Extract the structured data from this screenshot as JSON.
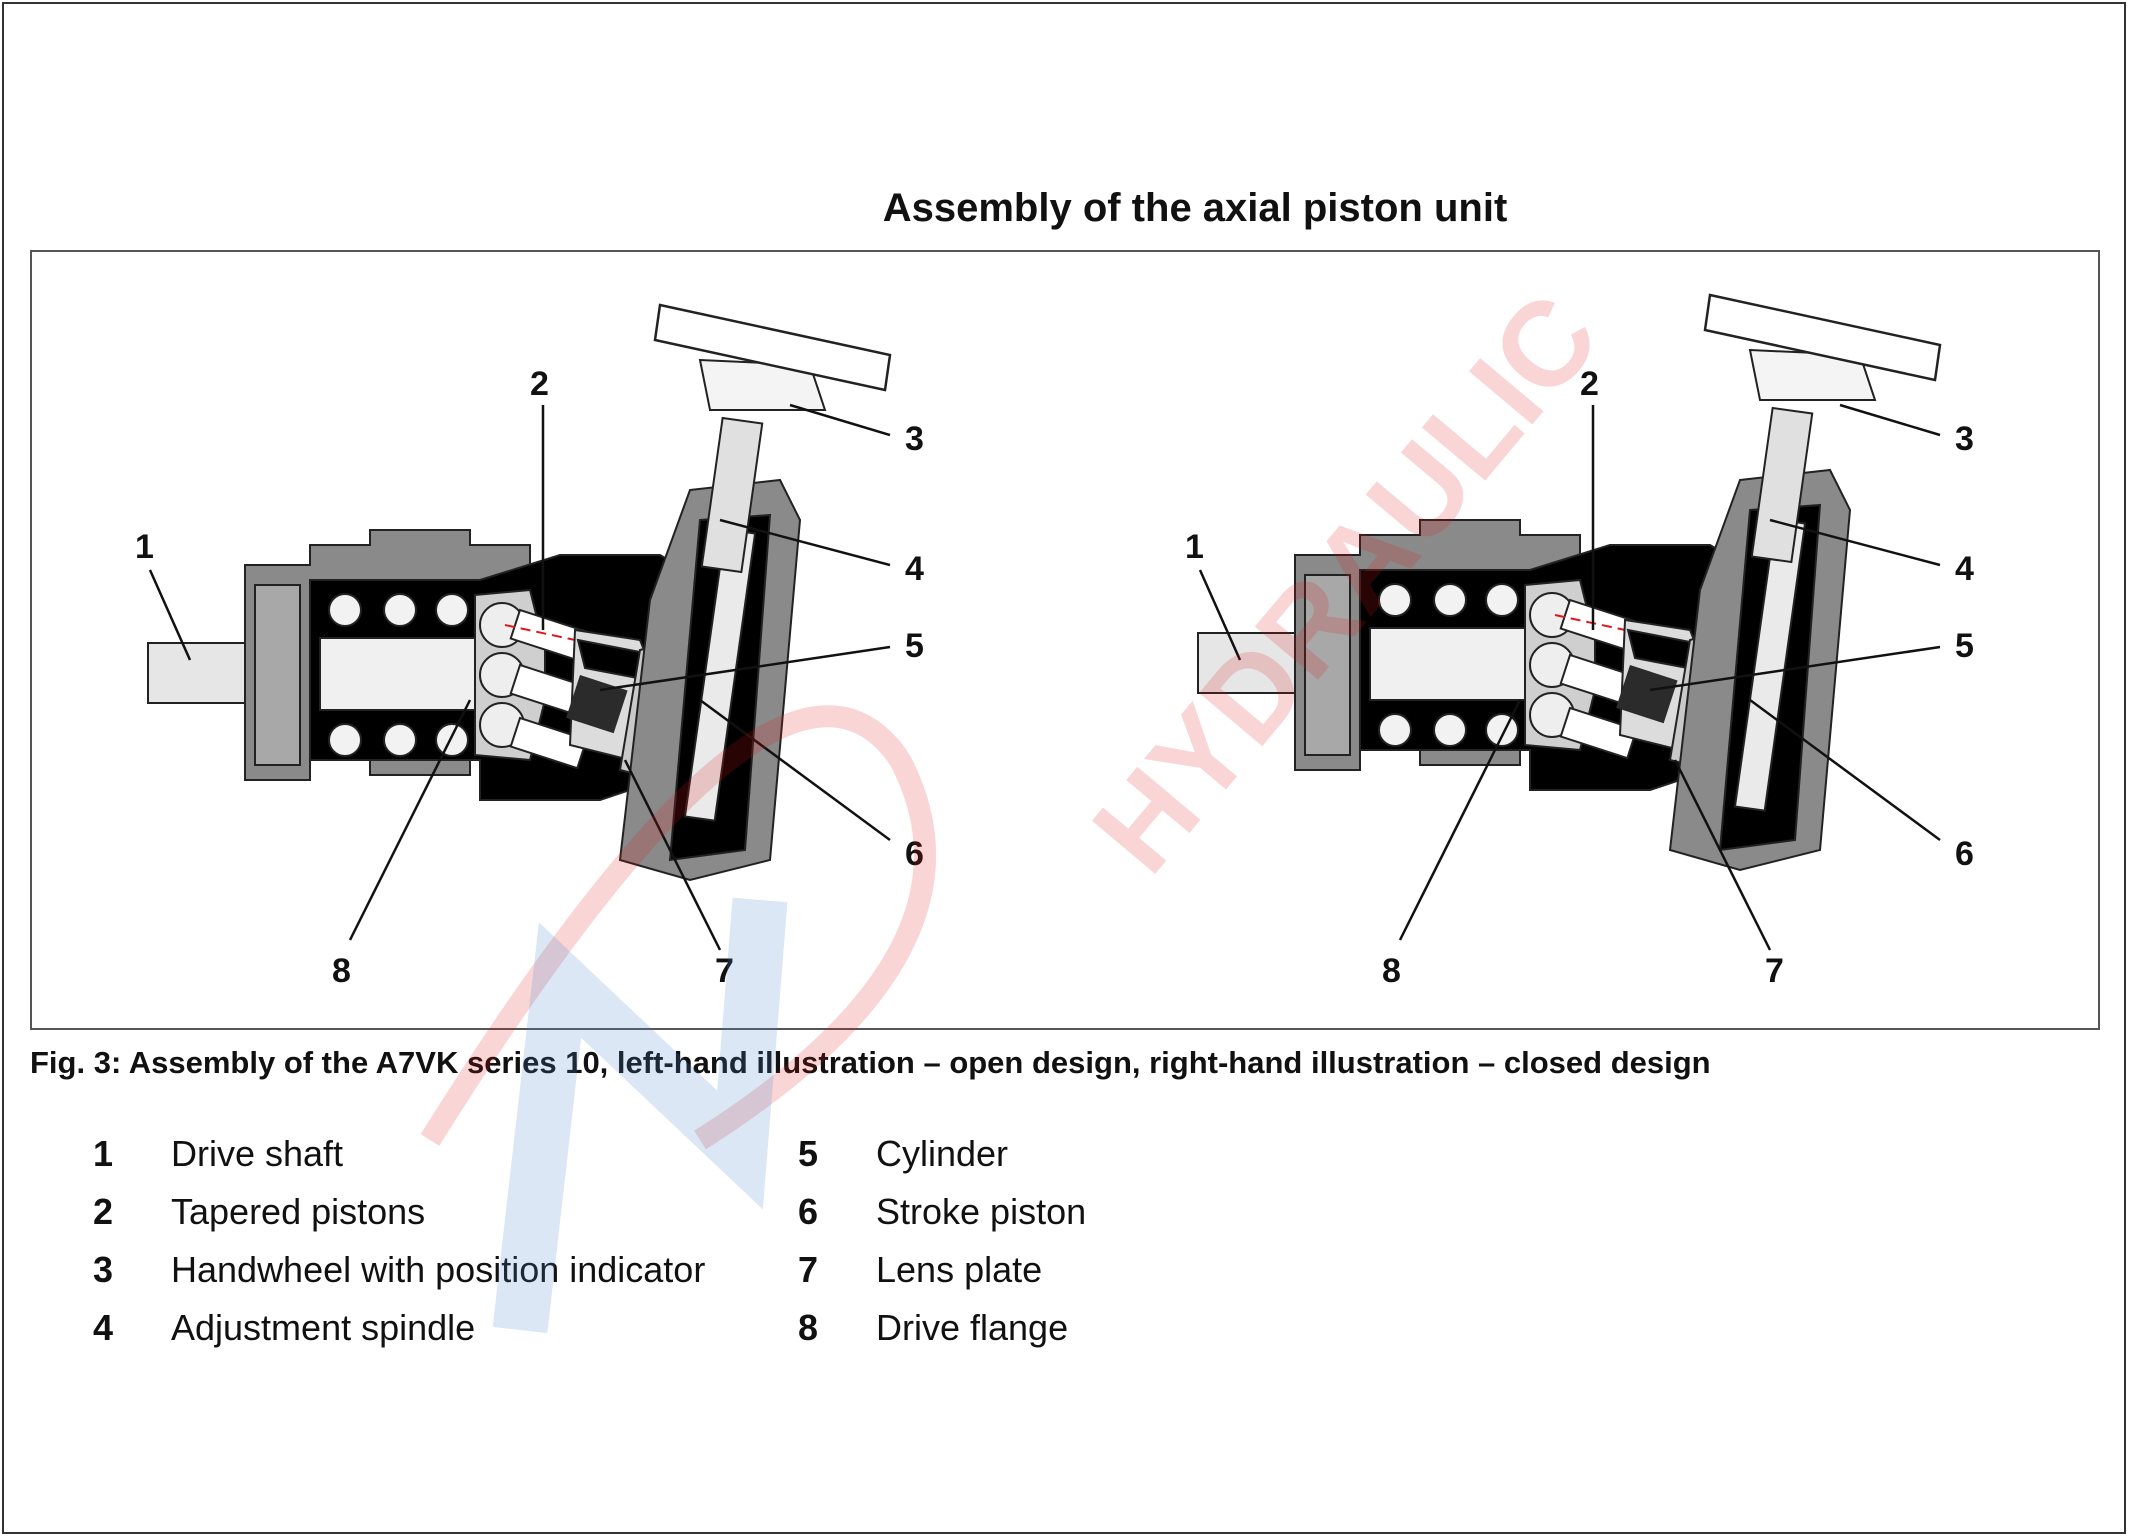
{
  "title": "Assembly of the axial piston unit",
  "caption": "Fig. 3: Assembly of the A7VK series 10, left-hand illustration – open design, right-hand illustration – closed design",
  "callouts": [
    "1",
    "2",
    "3",
    "4",
    "5",
    "6",
    "7",
    "8"
  ],
  "legend_left": [
    {
      "num": "1",
      "label": "Drive shaft"
    },
    {
      "num": "2",
      "label": "Tapered pistons"
    },
    {
      "num": "3",
      "label": "Handwheel with position indicator"
    },
    {
      "num": "4",
      "label": "Adjustment spindle"
    }
  ],
  "legend_right": [
    {
      "num": "5",
      "label": "Cylinder"
    },
    {
      "num": "6",
      "label": "Stroke piston"
    },
    {
      "num": "7",
      "label": "Lens plate"
    },
    {
      "num": "8",
      "label": "Drive flange"
    }
  ],
  "watermark_text": "HYDRAULIC",
  "colors": {
    "open_fluid": "#8fd3ef",
    "closed_fluid": "#1aa84a",
    "high_pressure": "#e0141b",
    "low_pressure_closed": "#1f74d0",
    "housing": "#8a8a8a"
  }
}
